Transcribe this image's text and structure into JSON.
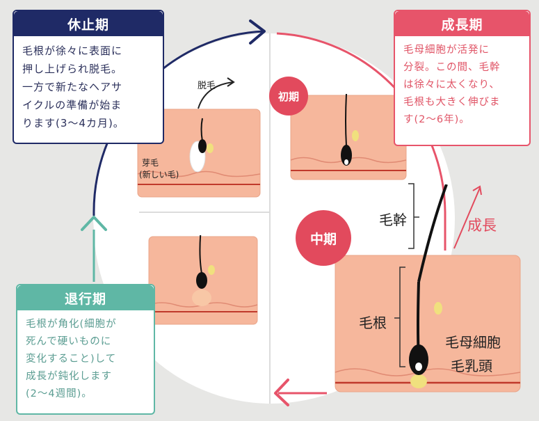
{
  "phases": {
    "rest": {
      "title": "休止期",
      "lines": [
        "毛根が徐々に表面に",
        "押し上げられ脱毛。",
        "一方で新たなヘアサ",
        "イクルの準備が始ま",
        "ります(3〜4カ月)。"
      ]
    },
    "growth": {
      "title": "成長期",
      "lines": [
        "毛母細胞が活発に",
        "分裂。この間、毛幹",
        "は徐々に太くなり、",
        "毛根も大きく伸びま",
        "す(2〜6年)。"
      ]
    },
    "regression": {
      "title": "退行期",
      "lines": [
        "毛根が角化(細胞が",
        "死んで硬いものに",
        "変化すること)して",
        "成長が鈍化します",
        "(2〜4週間)。"
      ]
    }
  },
  "badges": {
    "early": "初期",
    "mid": "中期"
  },
  "labels": {
    "shed": "脱毛",
    "bud_hair": "芽毛",
    "new_hair": "(新しい毛)",
    "hair_shaft": "毛幹",
    "growth": "成長",
    "hair_root": "毛根",
    "matrix_cells": "毛母細胞",
    "papilla": "毛乳頭"
  },
  "colors": {
    "rest": "#1f2a66",
    "growth": "#e7546a",
    "regression": "#5fb7a5",
    "skin": "#f6b79c",
    "dermis_line": "#c0392b"
  }
}
